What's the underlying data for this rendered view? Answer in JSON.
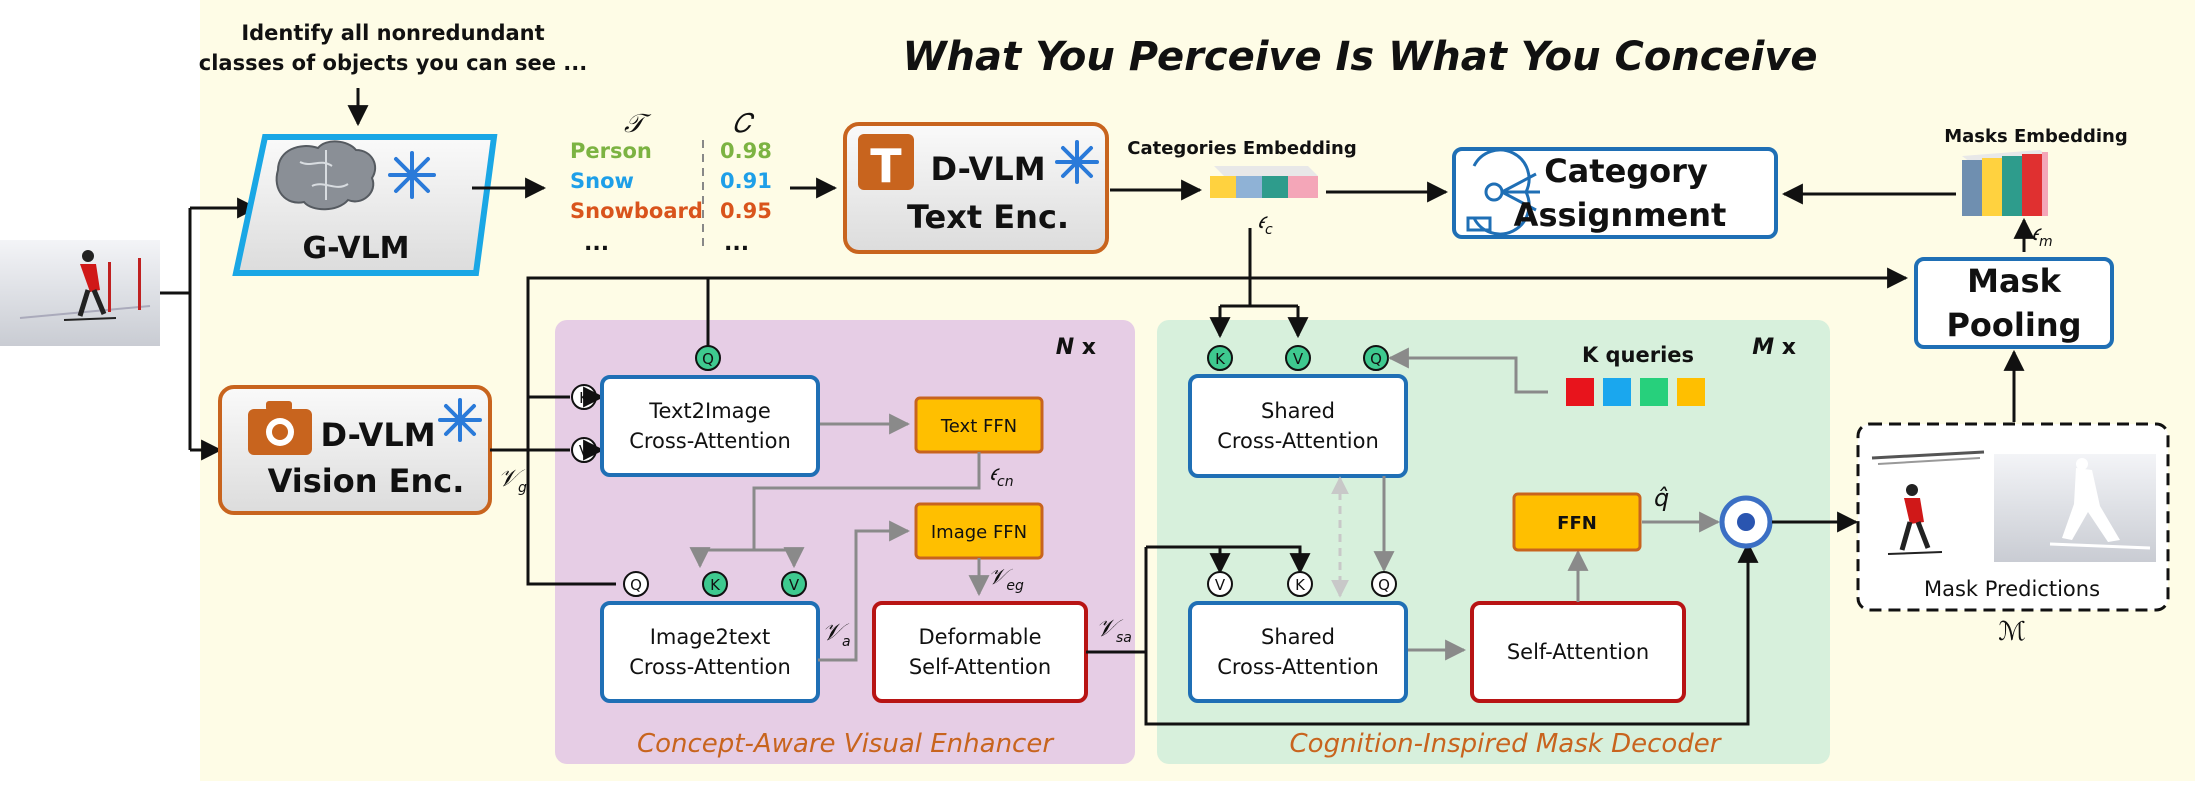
{
  "title": "What You Perceive Is What You Conceive",
  "prompt": {
    "line1": "Identify all nonredundant",
    "line2": "classes of objects you can see ..."
  },
  "gvlm": {
    "label": "G-VLM"
  },
  "class_table": {
    "col_t": "𝒯",
    "col_c": "𝐶",
    "rows": [
      {
        "name": "Person",
        "score": "0.98",
        "color": "#7cb342"
      },
      {
        "name": "Snow",
        "score": "0.91",
        "color": "#1e9fe8"
      },
      {
        "name": "Snowboard",
        "score": "0.95",
        "color": "#d9541c"
      }
    ],
    "ellipsis": "..."
  },
  "text_enc": {
    "line1": "D-VLM",
    "line2": "Text Enc.",
    "icon_letter": "T"
  },
  "cat_embedding": {
    "label": "Categories Embedding",
    "symbol": "𝜖",
    "sub": "c"
  },
  "category_assignment": {
    "line1": "Category",
    "line2": "Assignment"
  },
  "masks_embedding": {
    "label": "Masks Embedding",
    "symbol": "𝜖",
    "sub": "m"
  },
  "mask_pooling": {
    "line1": "Mask",
    "line2": "Pooling"
  },
  "vision_enc": {
    "line1": "D-VLM",
    "line2": "Vision Enc."
  },
  "vg": {
    "symbol": "𝒱",
    "sub": "g"
  },
  "enhancer": {
    "repeat": "N",
    "repeat_x": "x",
    "caption": "Concept-Aware Visual Enhancer",
    "t2i": {
      "line1": "Text2Image",
      "line2": "Cross-Attention"
    },
    "text_ffn": "Text FFN",
    "ecn": {
      "symbol": "𝜖",
      "sub": "cn"
    },
    "image_ffn": "Image FFN",
    "veg": {
      "symbol": "𝒱",
      "sub": "eg"
    },
    "i2t": {
      "line1": "Image2text",
      "line2": "Cross-Attention"
    },
    "va": {
      "symbol": "𝒱",
      "sub": "a"
    },
    "deform": {
      "line1": "Deformable",
      "line2": "Self-Attention"
    },
    "vsa": {
      "symbol": "𝒱",
      "sub": "sa"
    }
  },
  "decoder": {
    "repeat": "M",
    "repeat_x": "x",
    "caption": "Cognition-Inspired Mask Decoder",
    "k_queries": "K queries",
    "query_colors": [
      "#e8141c",
      "#1aa7ee",
      "#27d07c",
      "#ffbf00"
    ],
    "shared1": {
      "line1": "Shared",
      "line2": "Cross-Attention"
    },
    "shared2": {
      "line1": "Shared",
      "line2": "Cross-Attention"
    },
    "self_attn": "Self-Attention",
    "ffn": "FFN",
    "qhat": "q̂"
  },
  "mask_predictions": {
    "label": "Mask Predictions",
    "symbol": "ℳ"
  },
  "ports": {
    "q": "Q",
    "k": "K",
    "v": "V"
  },
  "colors": {
    "bg": "#fefce6",
    "enhancer_panel": "#e6cde5",
    "decoder_panel": "#d7f0dc",
    "blue_box": "#1f6fb5",
    "orange_box": "#c8641e",
    "red_box": "#b81414",
    "ffn_fill": "#ffbf00",
    "port_green": "#3ec98f",
    "caption_orange": "#c8641e",
    "gvlm_border": "#1aa7e5",
    "snow": "#2a7ad9"
  }
}
